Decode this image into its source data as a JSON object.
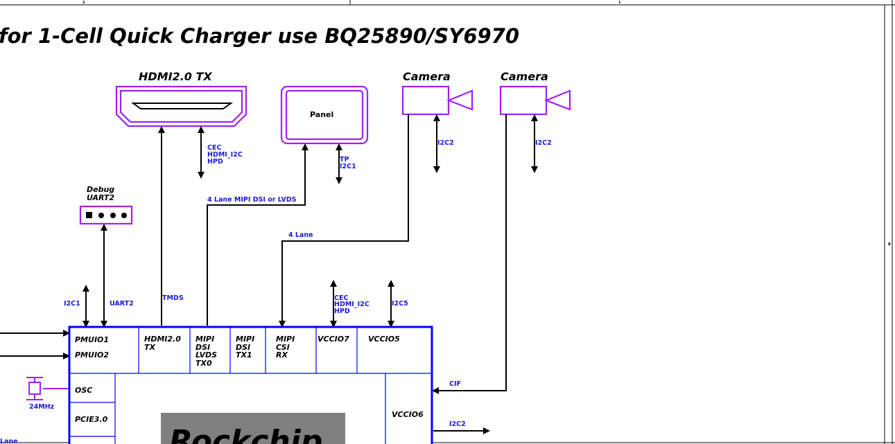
{
  "title": "for 1-Cell Quick Charger use BQ25890/SY6970",
  "frame": {
    "tick_a": "2",
    "tick_b": "1",
    "tick_c": "B"
  },
  "hdmi": {
    "label": "HDMI2.0 TX"
  },
  "panel": {
    "label": "Panel"
  },
  "camera1": {
    "label": "Camera"
  },
  "camera2": {
    "label": "Camera"
  },
  "debug": {
    "label1": "Debug",
    "label2": "UART2"
  },
  "signals": {
    "hdmi_ctrl": [
      "CEC",
      "HDMI_I2C",
      "HPD"
    ],
    "tp": [
      "TP",
      "I2C1"
    ],
    "cam1_i2c": "I2C2",
    "cam2_i2c": "I2C2",
    "mipi_dsi": "4 Lane MIPI DSI or LVDS",
    "four_lane": "4 Lane",
    "i2c1": "I2C1",
    "uart2": "UART2",
    "tmds": "TMDS",
    "vccio7_ctrl": [
      "CEC",
      "HDMI_I2C",
      "HPD"
    ],
    "i2c5": "I2C5",
    "cif": "CIF",
    "i2c2_right": "I2C2",
    "osc_freq": "24MHz",
    "lane_left": "Lane"
  },
  "soc": {
    "cells": {
      "pmuio1": "PMUIO1",
      "pmuio2": "PMUIO2",
      "hdmi": [
        "HDMI2.0",
        "TX"
      ],
      "mipi_dsi_lvds": [
        "MIPI",
        "DSI",
        "LVDS",
        "TX0"
      ],
      "mipi_dsi1": [
        "MIPI",
        "DSI",
        "TX1"
      ],
      "mipi_csi": [
        "MIPI",
        "CSI",
        "RX"
      ],
      "vccio7": "VCCIO7",
      "vccio5": "VCCIO5",
      "osc": "OSC",
      "pcie": "PCIE3.0",
      "vccio6": "VCCIO6"
    }
  }
}
